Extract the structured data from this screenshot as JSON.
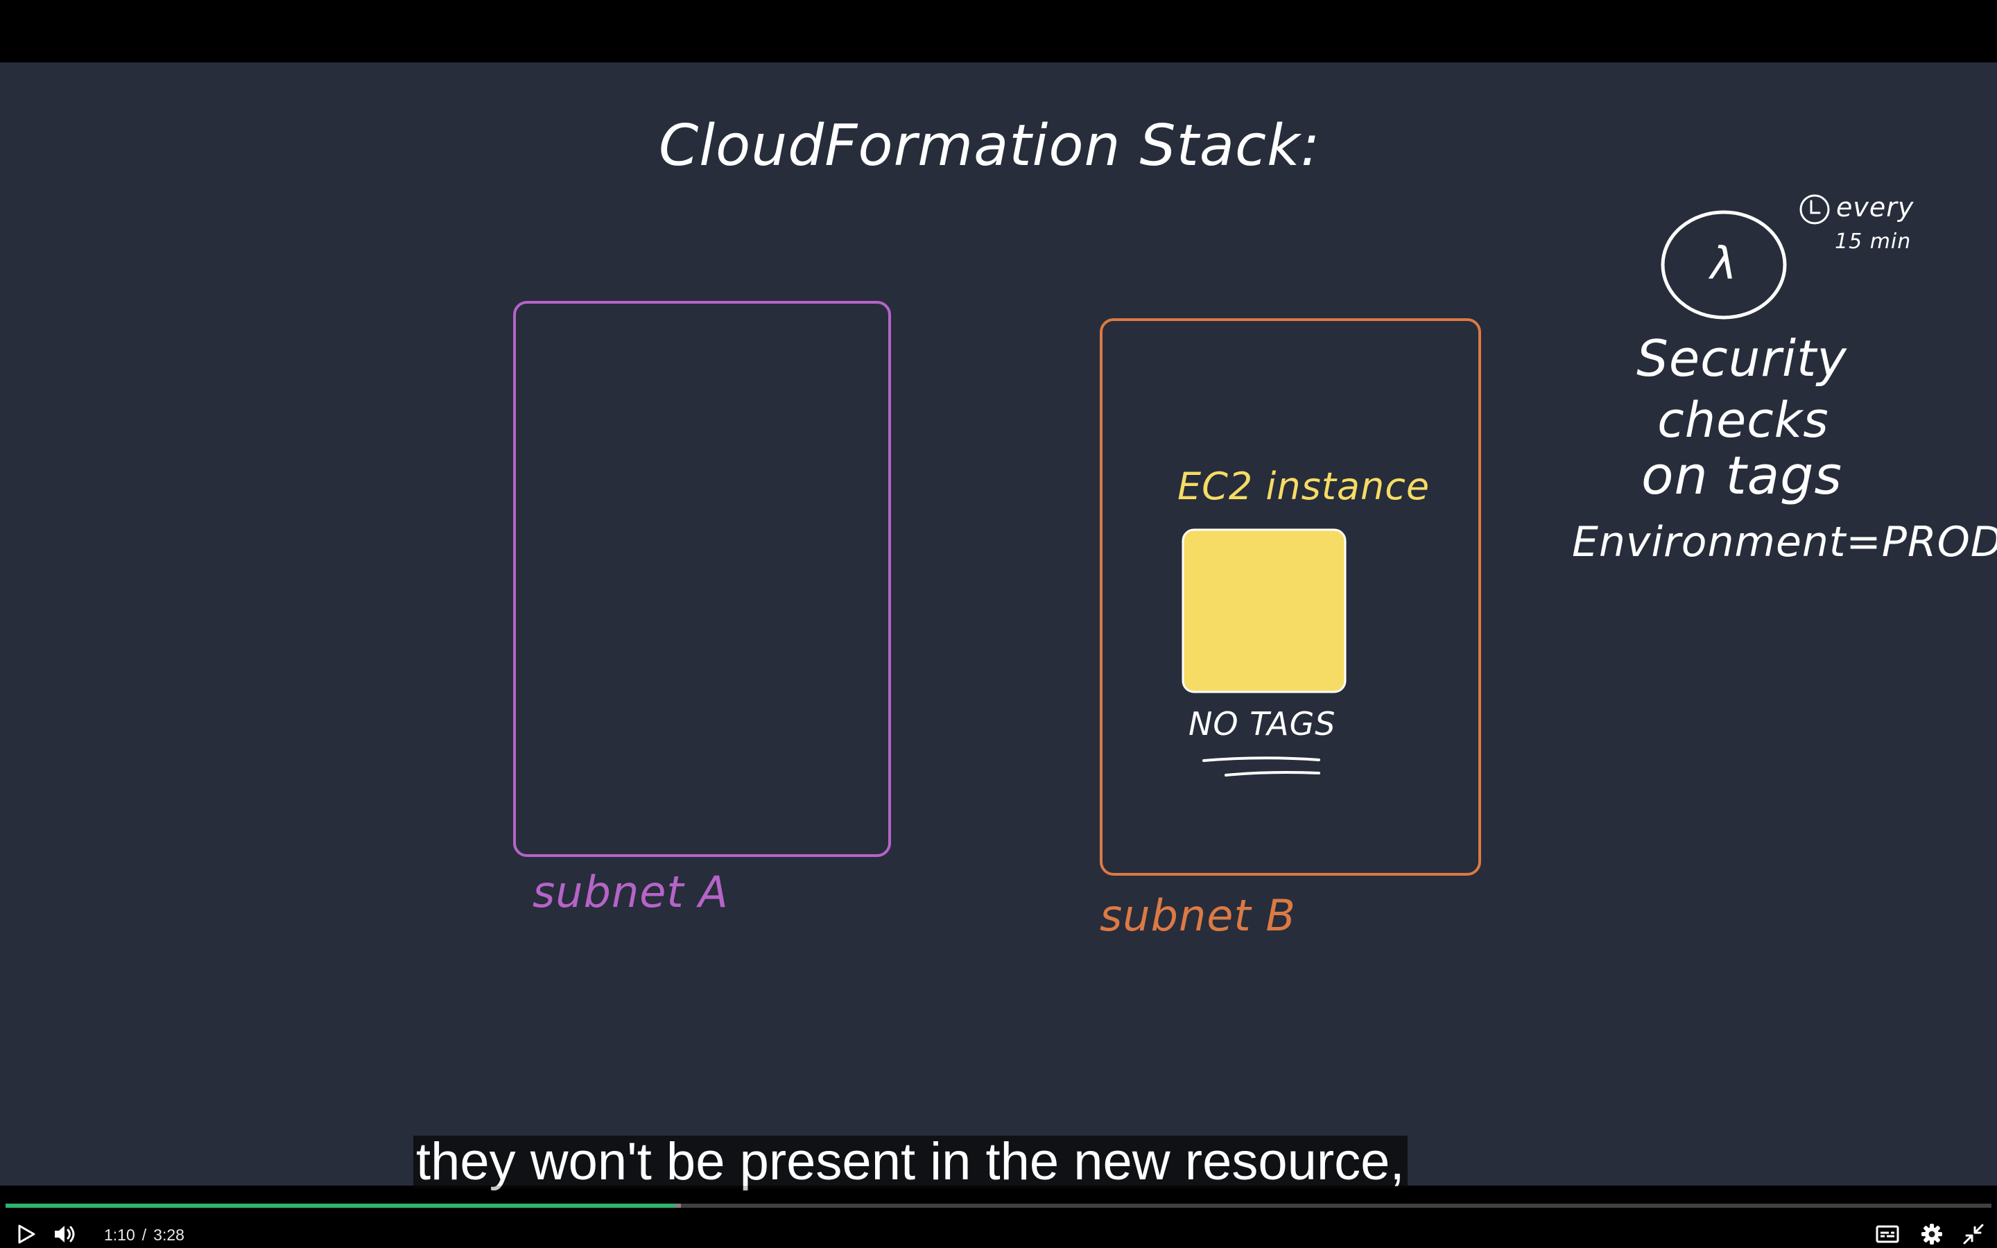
{
  "video": {
    "slide": {
      "title": "CloudFormation Stack:",
      "subnet_a_label": "subnet A",
      "subnet_b_label": "subnet B",
      "ec2_label": "EC2 instance",
      "no_tags_label": "NO TAGS",
      "lambda_symbol": "λ",
      "schedule_line1": "every",
      "schedule_line2": "15 min",
      "check_line1": "Security",
      "check_line2": "checks",
      "check_line3": "on tags",
      "check_line4": "Environment=PROD",
      "colors": {
        "background": "#272d3b",
        "subnet_a": "#b664c8",
        "subnet_b": "#dc7a44",
        "ec2_fill": "#f6dc65",
        "ink": "#ffffff"
      }
    },
    "caption": "they won't be present in the new resource,"
  },
  "player": {
    "current_time": "1:10",
    "separator": "/",
    "duration": "3:28",
    "progress_fraction": 0.337,
    "buffered_fraction": 0.34,
    "icons": {
      "play": "play-icon",
      "volume": "volume-icon",
      "captions": "captions-icon",
      "settings": "settings-gear-icon",
      "exit_fullscreen": "exit-fullscreen-icon"
    },
    "accent_color": "#2fb36f"
  }
}
